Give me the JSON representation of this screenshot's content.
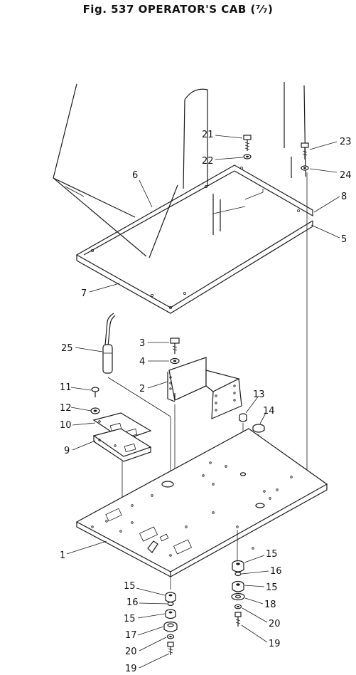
{
  "title": "Fig. 537   OPERATOR'S CAB (⁷⁄₇)",
  "callouts": {
    "c1": "1",
    "c2": "2",
    "c3": "3",
    "c4": "4",
    "c5": "5",
    "c6": "6",
    "c7": "7",
    "c8": "8",
    "c9": "9",
    "c10": "10",
    "c11": "11",
    "c12": "12",
    "c13": "13",
    "c14": "14",
    "c15a": "15",
    "c16a": "16",
    "c15b": "15",
    "c18": "18",
    "c20a": "20",
    "c19a": "19",
    "c15c": "15",
    "c16b": "16",
    "c15d": "15",
    "c17": "17",
    "c20b": "20",
    "c19b": "19",
    "c21": "21",
    "c22": "22",
    "c23": "23",
    "c24": "24",
    "c25": "25"
  }
}
